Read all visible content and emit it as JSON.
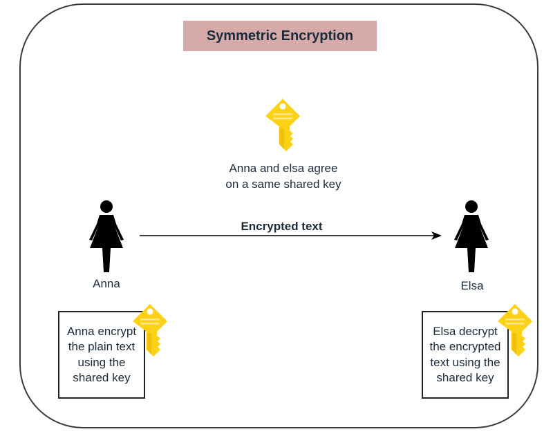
{
  "diagram": {
    "title": "Symmetric Encryption",
    "shared_key_caption_line1": "Anna and elsa agree",
    "shared_key_caption_line2": "on a same shared key",
    "arrow_label": "Encrypted text",
    "sender": {
      "name": "Anna",
      "note_lines": [
        "Anna encrypt",
        "the plain text",
        "using the",
        "shared key"
      ]
    },
    "receiver": {
      "name": "Elsa",
      "note_lines": [
        "Elsa decrypt",
        "the encrypted",
        "text using the",
        "shared key"
      ]
    },
    "icons": {
      "key": "key-icon",
      "person": "female-person-icon",
      "arrow": "arrow-right"
    },
    "colors": {
      "title_bg": "#d5aaa9",
      "key_fill": "#fcd116",
      "key_stripe": "#fde68a",
      "key_shadow": "#e8b800",
      "text": "#1b2a3a",
      "person": "#000000"
    }
  }
}
